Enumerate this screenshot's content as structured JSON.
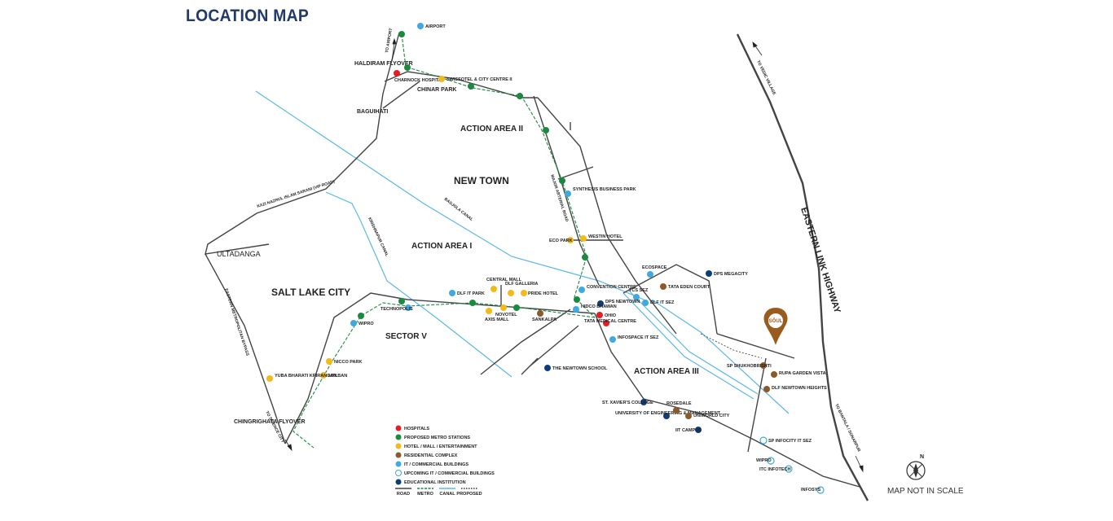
{
  "title": "LOCATION MAP",
  "footnote": "MAP NOT IN SCALE",
  "compass_label": "N",
  "brand": "SŌUL",
  "colors": {
    "hospital": "#e31e24",
    "metro": "#1a8a3f",
    "hotel": "#f5b91b",
    "residential": "#8b5a2b",
    "it": "#3fa9e0",
    "upcoming": "#3fa9e0",
    "education": "#0f3d7a",
    "pin": "#9a5b1f",
    "canal": "#5bb8e8",
    "road": "#444444"
  },
  "areas": {
    "new_town": "NEW TOWN",
    "salt_lake": "SALT LAKE CITY",
    "action_area_1": "ACTION AREA I",
    "action_area_2": "ACTION AREA II",
    "action_area_3": "ACTION AREA III",
    "sector_v": "SECTOR V",
    "ultadanga": "ULTADANGA",
    "baguihati": "BAGUIHATI",
    "chinar_park": "CHINAR PARK",
    "haldiram_flyover": "HALDIRAM FLYOVER",
    "chingrighata_flyover": "CHINGRIGHATA FLYOVER",
    "eastern_link_highway": "EASTERN LINK HIGHWAY"
  },
  "roads": {
    "vip_road": "KAZI NAZRUL ISLAM SARANI (VIP ROAD)",
    "em_bypass": "EASTERN METROPOLITAN BYPASS",
    "major_arterial": "MAJOR ARTERIAL ROAD",
    "bagjola_canal": "BAGJOLA CANAL",
    "krishnapur_canal": "KRISHNAPUR CANAL",
    "to_airport": "TO AIRPORT",
    "to_science_city": "TO SCIENCE CITY",
    "to_vedic_village": "TO VEDIC VILLAGE",
    "to_baruipur_sonarpur": "TO BANTALA / SONARPUR"
  },
  "places": {
    "airport": "AIRPORT",
    "charnock": "CHARNOCK HOSPITAL",
    "swissotel": "SWISSOTEL & CITY CENTRE II",
    "synthesis": "SYNTHESIS BUSINESS PARK",
    "eco_park": "ECO PARK",
    "westin": "WESTIN HOTEL",
    "ecospace": "ECOSPACE",
    "dps_megacity": "DPS MEGACITY",
    "tata_eden": "TATA EDEN COURT",
    "tcs_sez": "TCS SEZ",
    "dlf_it_sez": "DLF IT SEZ",
    "convention": "CONVENTION CENTRE",
    "dps_newtown": "DPS NEWTOWN",
    "hidco": "HIDCO BHAWAN",
    "ohio": "OHIO",
    "tata_medical": "TATA MEDICAL CENTRE",
    "infospace": "INFOSPACE IT SEZ",
    "newtown_school": "THE NEWTOWN SCHOOL",
    "sp_shukhobrishti": "SP SHUKHOBRISHTI",
    "rupa": "RUPA GARDEN VISTA",
    "dlf_newtown_heights": "DLF NEWTOWN HEIGHTS",
    "st_xaviers": "ST. XAVIER'S COLLEGE",
    "uem": "UNIVERSITY OF ENGINEERING & MANAGEMENT",
    "rosedale": "ROSEDALE",
    "uniworld": "UNIWORLD CITY",
    "iit_campus": "IIT CAMPUS",
    "sp_infocity": "SP INFOCITY IT SEZ",
    "wipro_east": "WIPRO",
    "itc_infotech": "ITC INFOTECH",
    "infosys": "INFOSYS",
    "central_mall": "CENTRAL MALL",
    "dlf_galleria": "DLF GALLERIA",
    "pride_hotel": "PRIDE HOTEL",
    "dlf_it_park": "DLF IT PARK",
    "axis_mall": "AXIS MALL",
    "novotel": "NOVOTEL",
    "sankalpa": "SANKALPA",
    "technopolis": "TECHNOPOLIS",
    "wipro": "WIPRO",
    "nicco_park": "NICCO PARK",
    "nalban": "NALBAN",
    "yuba_bharati": "YUBA BHARATI KRIRANGAN"
  },
  "legend": {
    "items": [
      {
        "label": "HOSPITALS",
        "type": "hospital"
      },
      {
        "label": "PROPOSED METRO STATIONS",
        "type": "metro"
      },
      {
        "label": "HOTEL / MALL / ENTERTAINMENT",
        "type": "hotel"
      },
      {
        "label": "RESIDENTIAL COMPLEX",
        "type": "residential"
      },
      {
        "label": "IT / COMMERCIAL BUILDINGS",
        "type": "it"
      },
      {
        "label": "UPCOMING IT / COMMERCIAL BUILDINGS",
        "type": "upcoming"
      },
      {
        "label": "EDUCATIONAL INSTITUTION",
        "type": "education"
      }
    ],
    "lines": [
      "ROAD",
      "METRO",
      "CANAL",
      "PROPOSED"
    ]
  }
}
